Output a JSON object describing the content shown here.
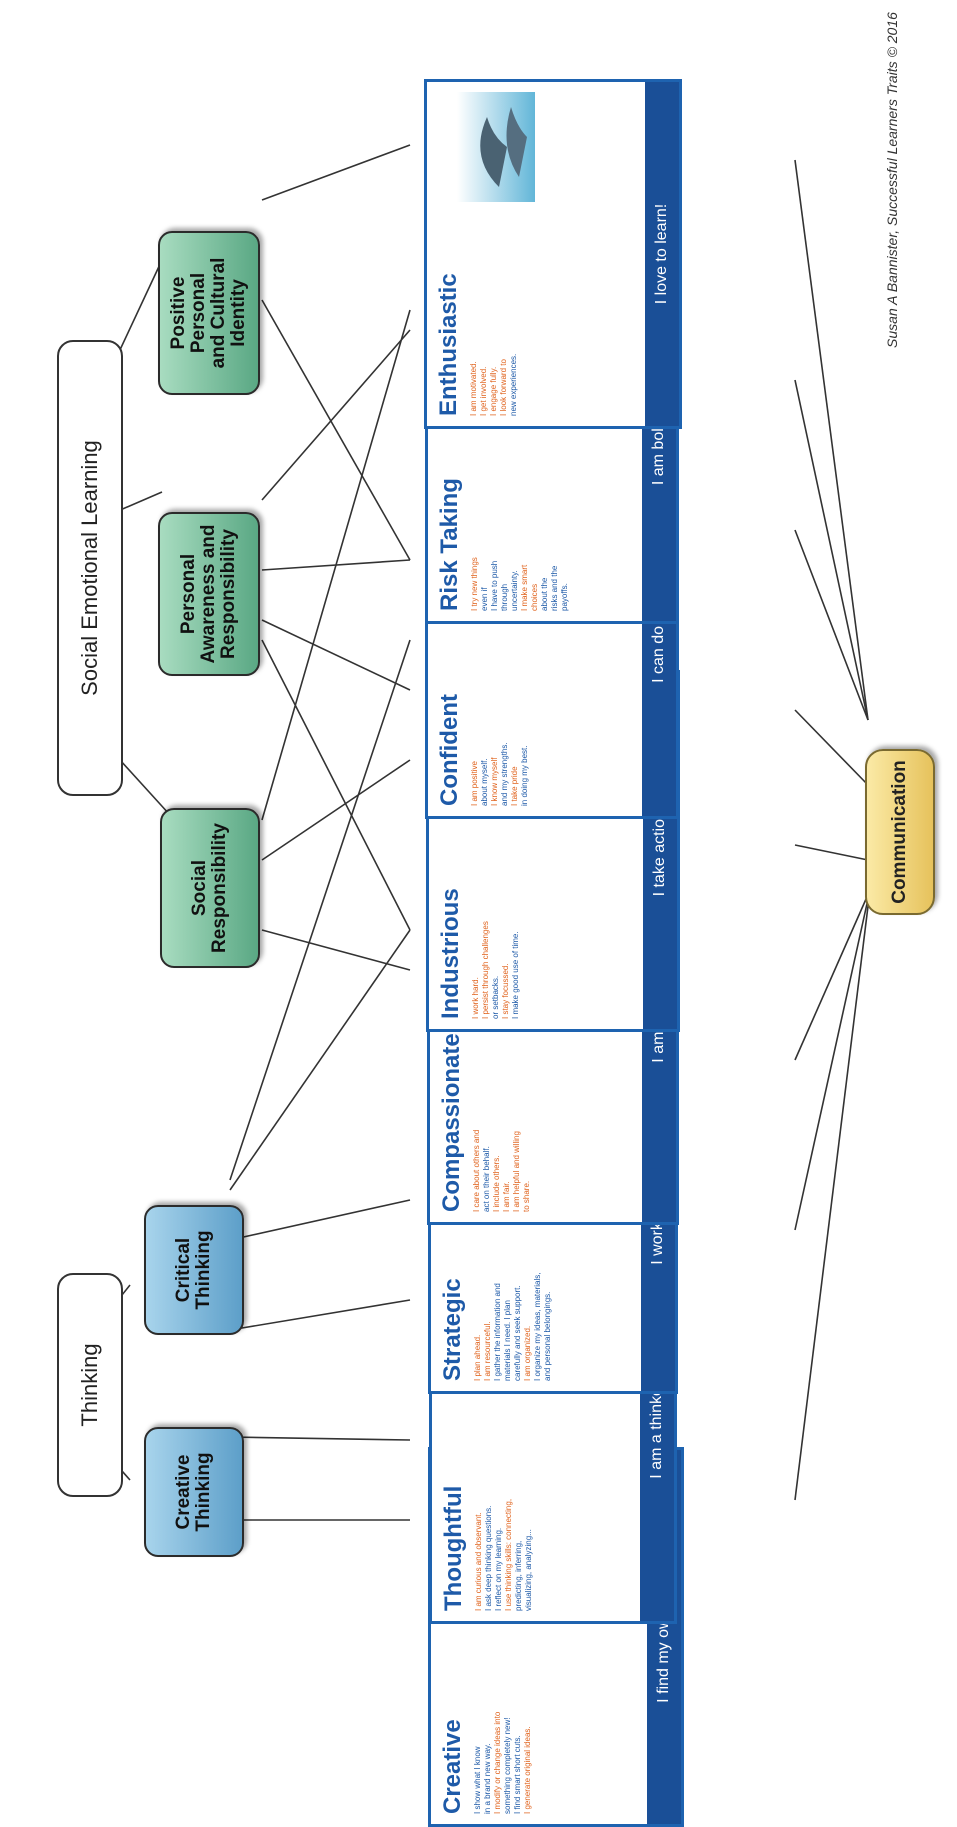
{
  "categories": {
    "thinking": "Thinking",
    "sel": "Social Emotional Learning"
  },
  "competencies": {
    "creative": "Creative\nThinking",
    "critical": "Critical\nThinking",
    "social": "Social\nResponsibility",
    "personal": "Personal\nAwareness and\nResponsibility",
    "identity": "Positive Personal\nand Cultural\nIdentity"
  },
  "communication": "Communication",
  "cards": {
    "creative": {
      "title": "Creative",
      "lines": [
        "I show what I know",
        "in a brand new way.",
        "I modify or change ideas into",
        "something completely new!",
        "I find smart short cuts.",
        "I generate original ideas."
      ],
      "slogan": "I find my own way!"
    },
    "thoughtful": {
      "title": "Thoughtful",
      "lines": [
        "I am curious and observant.",
        "I ask deep thinking questions.",
        "I reflect on my learning.",
        "I use thinking skills: connecting,",
        "predicting, inferring,",
        "visualizing, analyzing..."
      ],
      "slogan": "I am a thinker!"
    },
    "strategic": {
      "title": "Strategic",
      "lines": [
        "I plan ahead.",
        "I am resourceful.",
        "I gather the information and",
        "materials I need. I plan",
        "carefully and seek support.",
        "I am organized.",
        "I organize my ideas, materials,",
        "and personal belongings."
      ],
      "slogan": "I work smart!"
    },
    "compassionate": {
      "title": "Compassionate",
      "lines": [
        "I care about others and",
        "act on their behalf.",
        "I include others.",
        "I am fair.",
        "I am helpful and willing",
        "to share."
      ],
      "slogan": "I am kind!"
    },
    "industrious": {
      "title": "Industrious",
      "lines": [
        "I work hard.",
        "I persist through challenges",
        "or setbacks.",
        "I stay focussed.",
        "I make good use of time."
      ],
      "slogan": "I take action!"
    },
    "confident": {
      "title": "Confident",
      "lines": [
        "I am positive",
        "about myself.",
        "I know myself",
        "and my strengths.",
        "I take pride",
        "in doing my best."
      ],
      "slogan": "I can do it!"
    },
    "risk": {
      "title": "Risk Taking",
      "lines": [
        "I try new things",
        "even if",
        "I have to push",
        "through",
        "uncertainty.",
        "I make smart",
        "choices",
        "about the",
        "risks and the",
        "payoffs."
      ],
      "slogan": "I am bold!"
    },
    "enthusiastic": {
      "title": "Enthusiastic",
      "lines": [
        "I am motivated.",
        "I get involved.",
        "I engage fully.",
        "I look forward to",
        "new experiences."
      ],
      "slogan": "I love to learn!"
    }
  },
  "credit": "Susan A Bannister, Successful Learners Traits © 2016",
  "colors": {
    "creative_critical_top": "#a8d4ec",
    "creative_critical_bottom": "#5d9fc9",
    "sel_top": "#a8dcc0",
    "sel_bottom": "#5aa884",
    "comm_top": "#fbeaa6",
    "comm_bottom": "#e6c25c",
    "card_blue": "#1a4f97"
  }
}
